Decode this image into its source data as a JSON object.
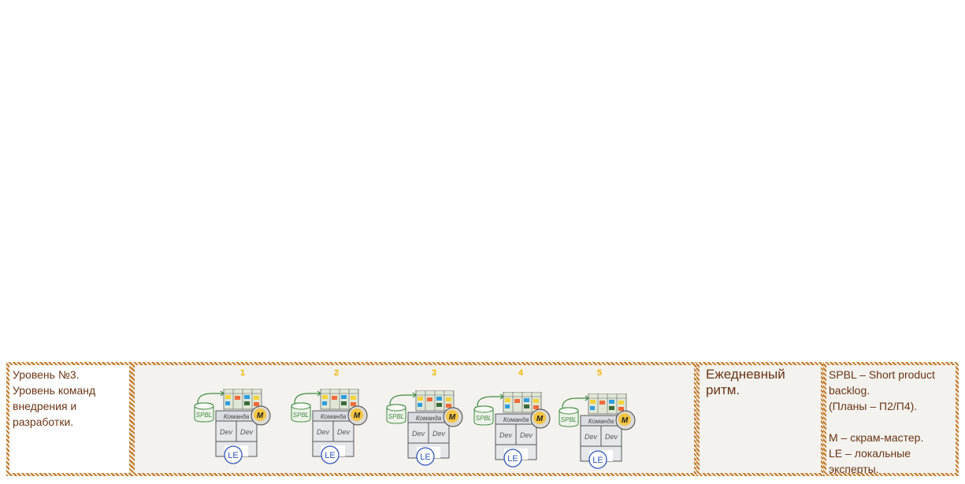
{
  "level": {
    "line1": "Уровень №3.",
    "line2": "Уровень команд",
    "line3": "внедрения и",
    "line4": "разработки."
  },
  "rhythm": "Ежедневный ритм.",
  "legend": {
    "line1": "SPBL – Short product",
    "line2": "backlog.",
    "line3": "(Планы – П2/П4).",
    "line4": "M – скрам-мастер.",
    "line5": "LE – локальные",
    "line6": "эксперты."
  },
  "teams": [
    {
      "number": "1"
    },
    {
      "number": "2"
    },
    {
      "number": "3"
    },
    {
      "number": "4"
    },
    {
      "number": "5"
    }
  ],
  "team_labels": {
    "backlog": "SPBL",
    "team": "Команда",
    "dev": "Dev",
    "master": "M",
    "experts": "LE"
  },
  "colors": {
    "border": "#c0792a",
    "text": "#6b3515",
    "number": "#f2b600",
    "expert": "#3055b8",
    "master_fill": "#f4c542",
    "backlog": "#3e8a3e"
  }
}
